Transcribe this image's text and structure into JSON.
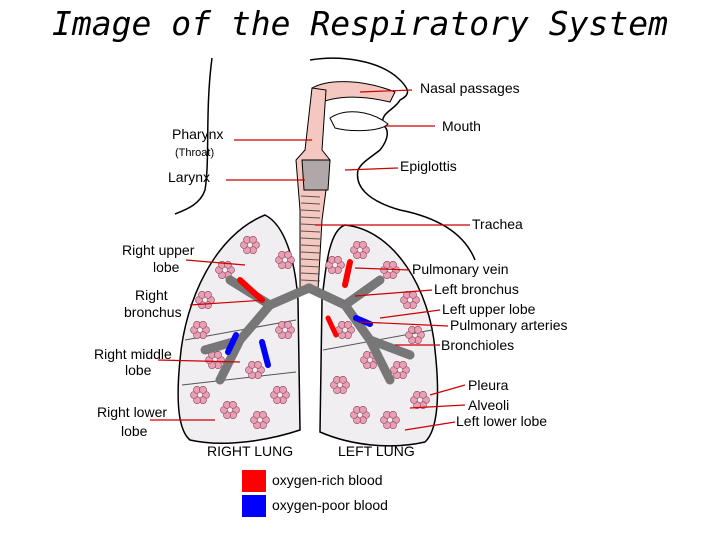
{
  "title": "Image of the Respiratory System",
  "labels": {
    "nasal_passages": "Nasal passages",
    "mouth": "Mouth",
    "pharynx": "Pharynx",
    "throat": "(Throat)",
    "larynx": "Larynx",
    "epiglottis": "Epiglottis",
    "trachea": "Trachea",
    "right_upper_lobe_1": "Right upper",
    "right_upper_lobe_2": "lobe",
    "pulmonary_vein": "Pulmonary vein",
    "left_bronchus": "Left bronchus",
    "right_bronchus_1": "Right",
    "right_bronchus_2": "bronchus",
    "left_upper_lobe": "Left upper lobe",
    "pulmonary_arteries": "Pulmonary arteries",
    "bronchioles": "Bronchioles",
    "right_middle_lobe_1": "Right middle",
    "right_middle_lobe_2": "lobe",
    "pleura": "Pleura",
    "alveoli": "Alveoli",
    "right_lower_lobe_1": "Right lower",
    "right_lower_lobe_2": "lobe",
    "left_lower_lobe": "Left lower lobe",
    "right_lung": "RIGHT LUNG",
    "left_lung": "LEFT LUNG"
  },
  "legend": [
    {
      "label": "oxygen-rich blood",
      "color": "#ff0000"
    },
    {
      "label": "oxygen-poor blood",
      "color": "#0000ff"
    }
  ],
  "colors": {
    "oxygen_rich": "#ff0000",
    "oxygen_poor": "#0000ff",
    "airway_pink": "#f4c8c0",
    "alveoli_pink": "#e8a0b4",
    "pointer_red": "#cc0000"
  }
}
